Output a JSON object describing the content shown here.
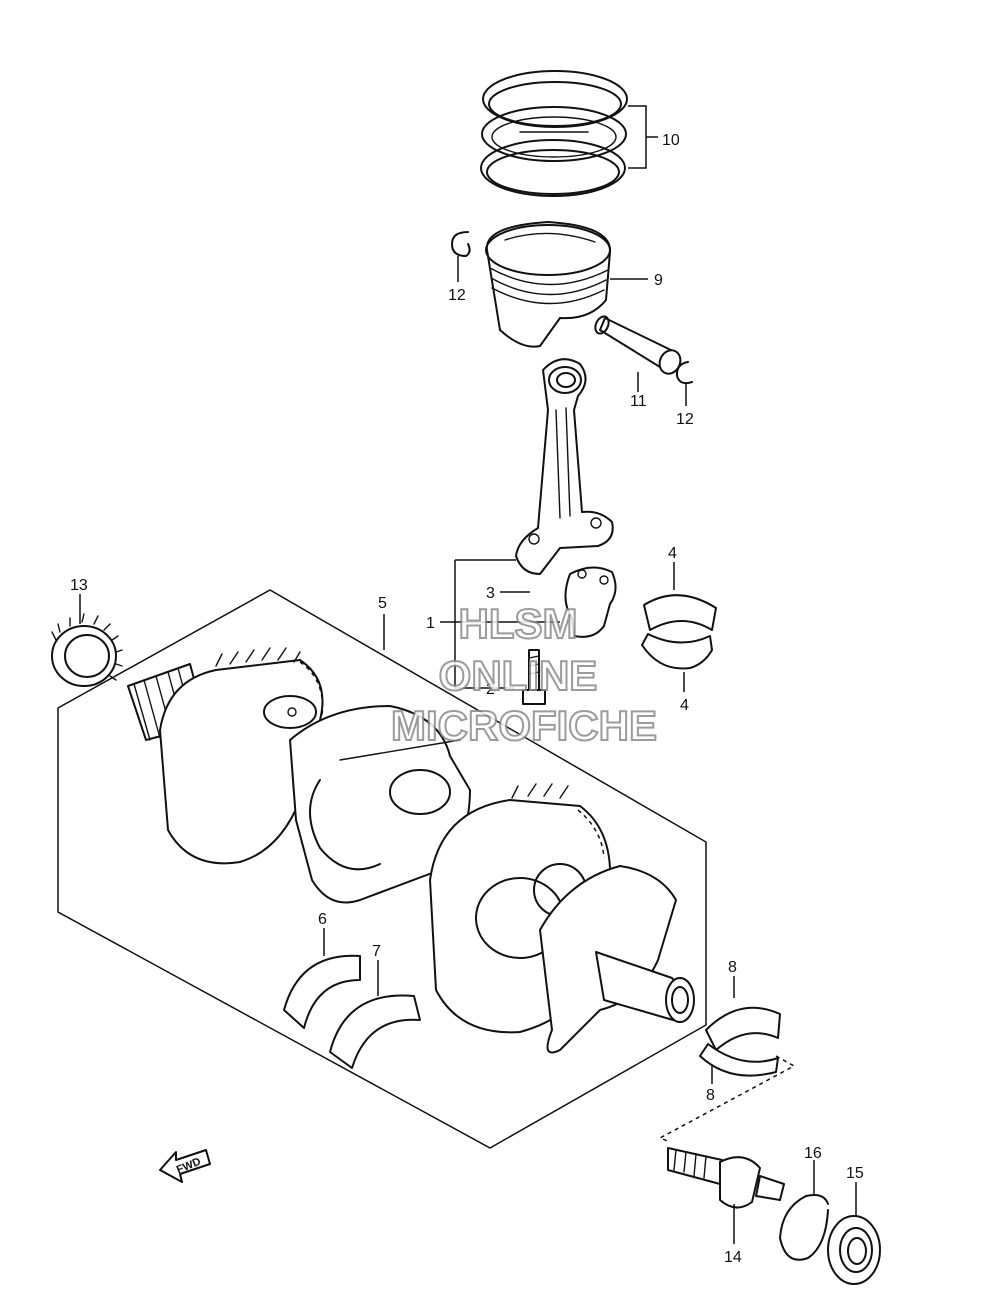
{
  "watermark": {
    "line1": "HLSM",
    "line2": "ONLINE",
    "line3": "MICROFICHE"
  },
  "direction_marker": "FWD",
  "callouts": {
    "c1": "1",
    "c2": "2",
    "c3": "3",
    "c4a": "4",
    "c4b": "4",
    "c5": "5",
    "c6": "6",
    "c7": "7",
    "c8a": "8",
    "c8b": "8",
    "c9": "9",
    "c10": "10",
    "c11": "11",
    "c12a": "12",
    "c12b": "12",
    "c13": "13",
    "c14": "14",
    "c15": "15",
    "c16": "16"
  }
}
